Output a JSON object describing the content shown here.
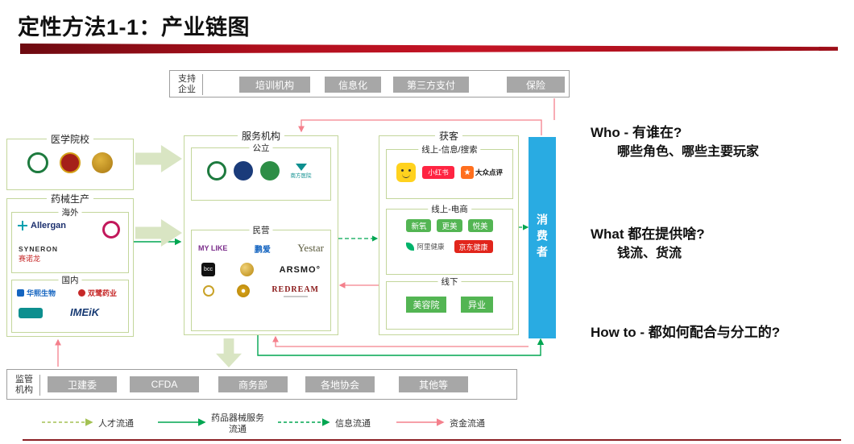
{
  "title": "定性方法1-1：产业链图",
  "support_box": {
    "label_line1": "支持",
    "label_line2": "企业",
    "items": [
      "培训机构",
      "信息化",
      "第三方支付",
      "保险"
    ]
  },
  "medical_schools": {
    "label": "医学院校"
  },
  "production": {
    "label": "药械生产",
    "overseas": {
      "label": "海外",
      "allergan": "Allergan",
      "syneron_en": "SYNERON",
      "syneron_cn": "赛诺龙"
    },
    "domestic": {
      "label": "国内",
      "huaxi": "华熙生物",
      "shuanglu": "双鹭药业",
      "imeik": "IMEiK"
    }
  },
  "service": {
    "label": "服务机构",
    "public": {
      "label": "公立",
      "hospital4": "南方医院"
    },
    "private": {
      "label": "民营",
      "mylike": "MY LIKE",
      "pengai": "鹏爱",
      "yestar": "Yestar",
      "bcc": "bcc",
      "arsmo": "ARSMO°",
      "redream": "REDREAM"
    }
  },
  "acquisition": {
    "label": "获客",
    "online_info": {
      "label": "线上-信息/搜索",
      "dianping_star": "★",
      "xiaohongshu": "小红书",
      "dianping": "大众点评"
    },
    "online_ecom": {
      "label": "线上-电商",
      "pills": [
        "新氧",
        "更美",
        "悦美"
      ],
      "alihealth": "阿里健康",
      "jdhealth": "京东健康"
    },
    "offline": {
      "label": "线下",
      "buttons": [
        "美容院",
        "异业"
      ]
    }
  },
  "consumer": {
    "label": "消费者"
  },
  "annotations": {
    "who_line1": "Who - 有谁在?",
    "who_line2": "哪些角色、哪些主要玩家",
    "what_line1": "What 都在提供啥?",
    "what_line2": "钱流、货流",
    "how_line1": "How to - 都如何配合与分工的?"
  },
  "regulator_box": {
    "label_line1": "监管",
    "label_line2": "机构",
    "items": [
      "卫建委",
      "CFDA",
      "商务部",
      "各地协会",
      "其他等"
    ]
  },
  "legend": {
    "items": [
      {
        "label": "人才流通"
      },
      {
        "label": "药品器械服务",
        "label2": "流通"
      },
      {
        "label": "信息流通"
      },
      {
        "label": "资金流通"
      }
    ]
  },
  "colors": {
    "accent_red": "#B30F1D",
    "box_border_green": "#C3D69B",
    "block_arrow_green": "#D9E5C3",
    "flow_green": "#00A651",
    "flow_red": "#F4808C",
    "flow_talent_green": "#A3C153",
    "consumer_cyan": "#29ABE2",
    "node_gray": "#A7A7A7",
    "green_button": "#53B553"
  }
}
